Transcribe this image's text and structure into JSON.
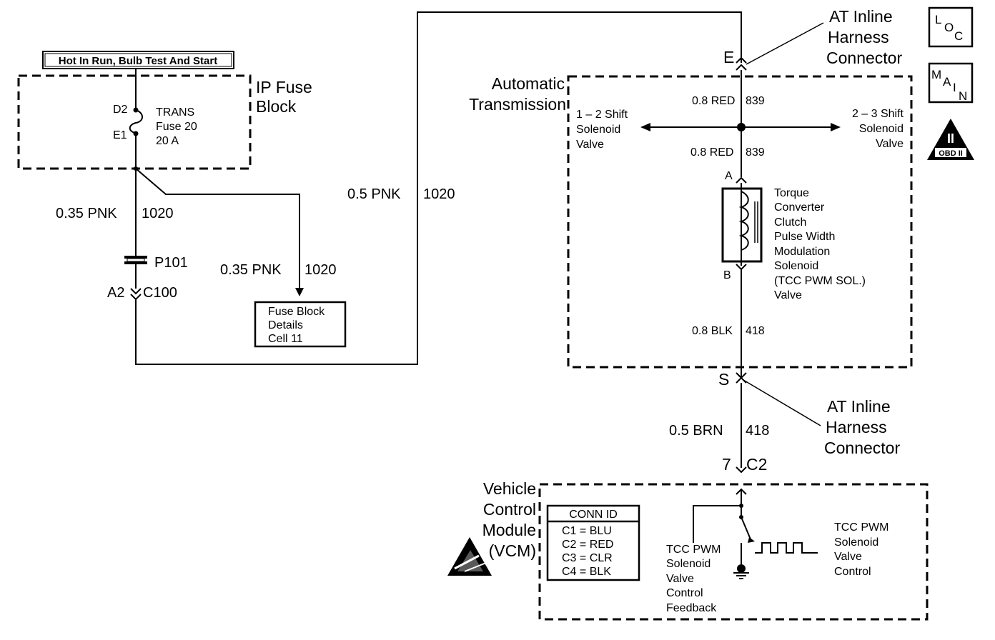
{
  "top_banner": "Hot In Run, Bulb Test And Start",
  "ip_fuse": {
    "label_1": "IP Fuse",
    "label_2": "Block",
    "pin_top": "D2",
    "pin_bottom": "E1",
    "fuse_line1": "TRANS",
    "fuse_line2": "Fuse 20",
    "fuse_line3": "20 A"
  },
  "wires": {
    "left_main": "0.35 PNK",
    "left_main_num": "1020",
    "branch": "0.35 PNK",
    "branch_num": "1020",
    "cross": "0.5 PNK",
    "cross_num": "1020",
    "red_top": "0.8 RED",
    "red_top_num": "839",
    "red_mid": "0.8 RED",
    "red_mid_num": "839",
    "blk": "0.8 BLK",
    "blk_num": "418",
    "brn": "0.5 BRN",
    "brn_num": "418"
  },
  "splice": "P101",
  "connector_c100": {
    "pin": "A2",
    "name": "C100"
  },
  "fuse_details": {
    "line1": "Fuse Block",
    "line2": "Details",
    "line3": "Cell 11"
  },
  "harness_top": {
    "pin": "E",
    "line1": "AT Inline",
    "line2": "Harness",
    "line3": "Connector"
  },
  "harness_bottom": {
    "pin": "S",
    "line1": "AT Inline",
    "line2": "Harness",
    "line3": "Connector"
  },
  "transmission": {
    "line1": "Automatic",
    "line2": "Transmission"
  },
  "shift_12": {
    "line1": "1 – 2 Shift",
    "line2": "Solenoid",
    "line3": "Valve"
  },
  "shift_23": {
    "line1": "2 – 3 Shift",
    "line2": "Solenoid",
    "line3": "Valve"
  },
  "tcc": {
    "pin_a": "A",
    "pin_b": "B",
    "lines": [
      "Torque",
      "Converter",
      "Clutch",
      "Pulse Width",
      "Modulation",
      "Solenoid",
      "(TCC PWM SOL.)",
      "Valve"
    ]
  },
  "vcm_connector": {
    "pin": "7",
    "name": "C2"
  },
  "vcm": {
    "line1": "Vehicle",
    "line2": "Control",
    "line3": "Module",
    "line4": "(VCM)"
  },
  "conn_id": {
    "header": "CONN ID",
    "rows": [
      "C1 = BLU",
      "C2 = RED",
      "C3 = CLR",
      "C4 = BLK"
    ]
  },
  "feedback": {
    "lines": [
      "TCC PWM",
      "Solenoid",
      "Valve",
      "Control",
      "Feedback"
    ]
  },
  "control": {
    "lines": [
      "TCC PWM",
      "Solenoid",
      "Valve",
      "Control"
    ]
  },
  "badges": {
    "loc": [
      "L",
      "O",
      "C"
    ],
    "main": [
      "M",
      "A",
      "I",
      "N"
    ],
    "obd_symbol": "II",
    "obd_text": "OBD II"
  }
}
